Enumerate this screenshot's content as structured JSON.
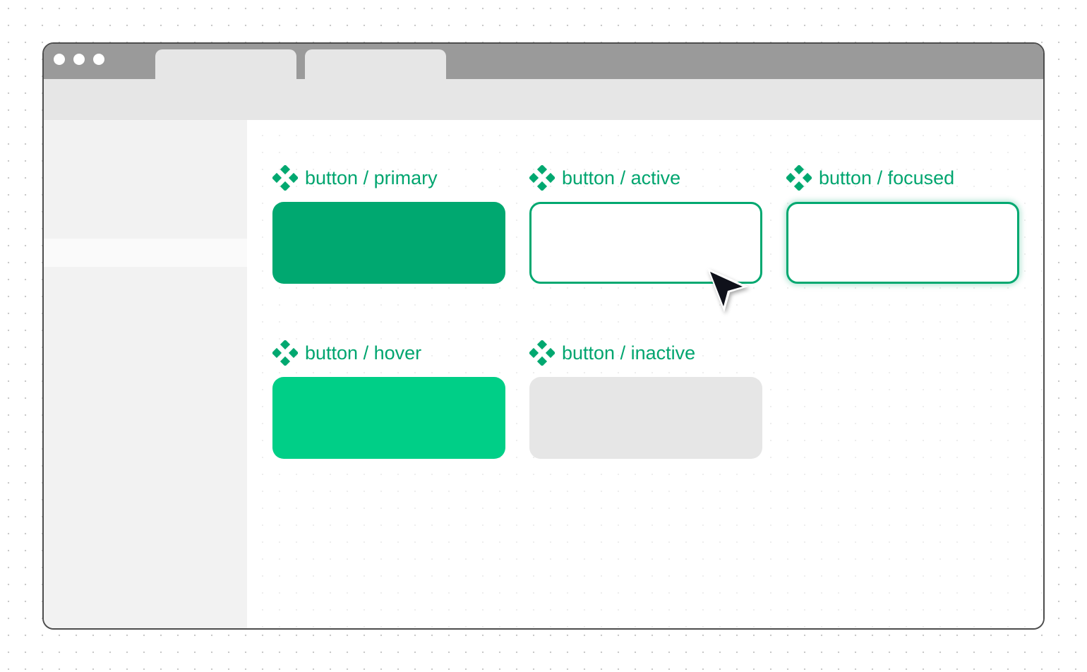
{
  "window": {
    "tabs": [
      {
        "label": ""
      },
      {
        "label": ""
      }
    ]
  },
  "components": [
    {
      "label": "button / primary",
      "icon": "component-icon",
      "state": "primary",
      "color": "#00a870"
    },
    {
      "label": "button / active",
      "icon": "component-icon",
      "state": "active",
      "color": "#00a870"
    },
    {
      "label": "button / focused",
      "icon": "component-icon",
      "state": "focused",
      "color": "#00a870"
    },
    {
      "label": "button / hover",
      "icon": "component-icon",
      "state": "hover",
      "color": "#00cf87"
    },
    {
      "label": "button / inactive",
      "icon": "component-icon",
      "state": "inactive",
      "color": "#e6e6e6"
    }
  ],
  "colors": {
    "accent": "#00a870",
    "hover": "#00cf87",
    "inactive": "#e6e6e6",
    "label": "#00a56f",
    "titlebar": "#9a9a9a"
  },
  "cursor": {
    "icon": "mouse-pointer-icon"
  }
}
